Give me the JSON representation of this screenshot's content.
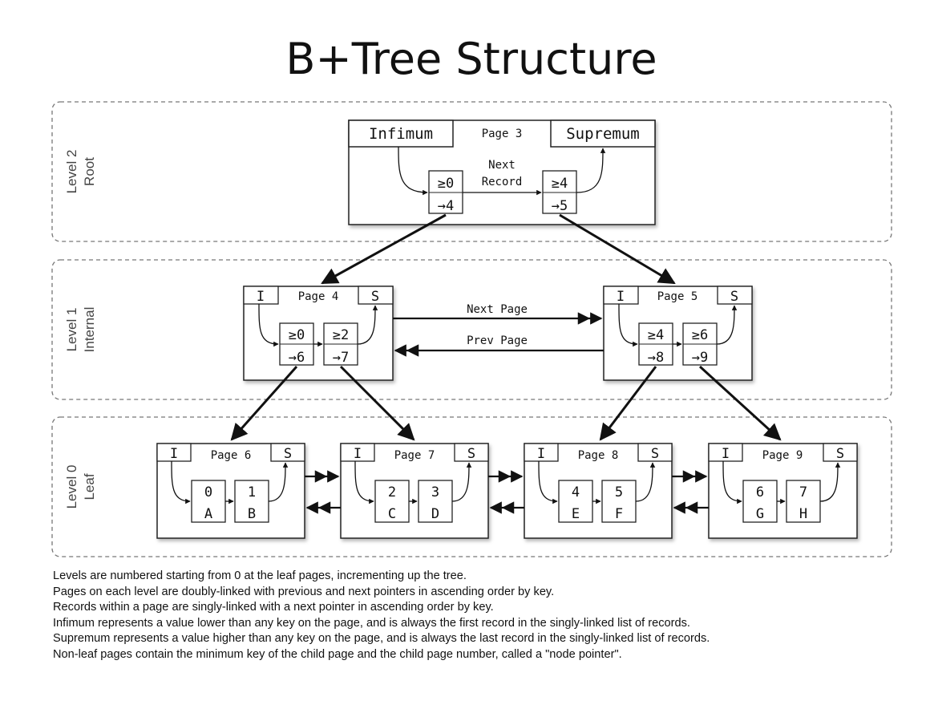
{
  "title": "B+Tree Structure",
  "levels": [
    {
      "label": "Level 2",
      "sublabel": "Root"
    },
    {
      "label": "Level 1",
      "sublabel": "Internal"
    },
    {
      "label": "Level 0",
      "sublabel": "Leaf"
    }
  ],
  "root": {
    "page": "Page 3",
    "infimum": "Infimum",
    "supremum": "Supremum",
    "next_record": [
      "Next",
      "Record"
    ],
    "records": [
      {
        "key": "≥0",
        "ptr": "→4"
      },
      {
        "key": "≥4",
        "ptr": "→5"
      }
    ]
  },
  "internal": {
    "next_page": "Next Page",
    "prev_page": "Prev Page",
    "pages": [
      {
        "page": "Page 4",
        "inf": "I",
        "sup": "S",
        "records": [
          {
            "key": "≥0",
            "ptr": "→6"
          },
          {
            "key": "≥2",
            "ptr": "→7"
          }
        ]
      },
      {
        "page": "Page 5",
        "inf": "I",
        "sup": "S",
        "records": [
          {
            "key": "≥4",
            "ptr": "→8"
          },
          {
            "key": "≥6",
            "ptr": "→9"
          }
        ]
      }
    ]
  },
  "leaf": {
    "pages": [
      {
        "page": "Page 6",
        "inf": "I",
        "sup": "S",
        "records": [
          {
            "key": "0",
            "val": "A"
          },
          {
            "key": "1",
            "val": "B"
          }
        ]
      },
      {
        "page": "Page 7",
        "inf": "I",
        "sup": "S",
        "records": [
          {
            "key": "2",
            "val": "C"
          },
          {
            "key": "3",
            "val": "D"
          }
        ]
      },
      {
        "page": "Page 8",
        "inf": "I",
        "sup": "S",
        "records": [
          {
            "key": "4",
            "val": "E"
          },
          {
            "key": "5",
            "val": "F"
          }
        ]
      },
      {
        "page": "Page 9",
        "inf": "I",
        "sup": "S",
        "records": [
          {
            "key": "6",
            "val": "G"
          },
          {
            "key": "7",
            "val": "H"
          }
        ]
      }
    ]
  },
  "notes": [
    "Levels are numbered starting from 0 at the leaf pages, incrementing up the tree.",
    "Pages on each level are doubly-linked with previous and next pointers in ascending order by key.",
    "Records within a page are singly-linked with a next pointer in ascending order by key.",
    "Infimum represents a value lower than any key on the page, and is always the first record in the singly-linked list of records.",
    "Supremum represents a value higher than any key on the page, and is always the last record in the singly-linked list of records.",
    "Non-leaf pages contain the minimum key of the child page and the child page number, called a \"node pointer\"."
  ]
}
